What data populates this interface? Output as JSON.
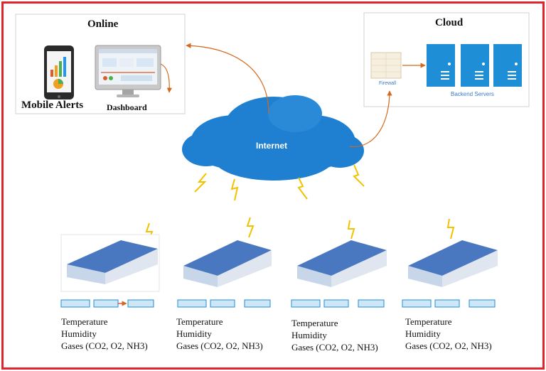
{
  "online": {
    "title": "Online",
    "mobile_label": "Mobile Alerts",
    "dashboard_label": "Dashboard"
  },
  "cloud": {
    "title": "Cloud",
    "firewall_label": "Firewall",
    "servers_label": "Backend Servers"
  },
  "internet_label": "Internet",
  "sites": [
    {
      "line1": "Temperature",
      "line2": "Humidity",
      "line3": "Gases (CO2, O2, NH3)"
    },
    {
      "line1": "Temperature",
      "line2": "Humidity",
      "line3": "Gases (CO2, O2, NH3)"
    },
    {
      "line1": "Temperature",
      "line2": "Humidity",
      "line3": "Gases (CO2, O2, NH3)"
    },
    {
      "line1": "Temperature",
      "line2": "Humidity",
      "line3": "Gases (CO2, O2, NH3)"
    }
  ],
  "colors": {
    "frame": "#e0242c",
    "cloud": "#1f7fd0",
    "server": "#1e8fd6",
    "barn_roof": "#4a78c0",
    "arrow": "#d2691e",
    "bolt": "#f2c200"
  }
}
